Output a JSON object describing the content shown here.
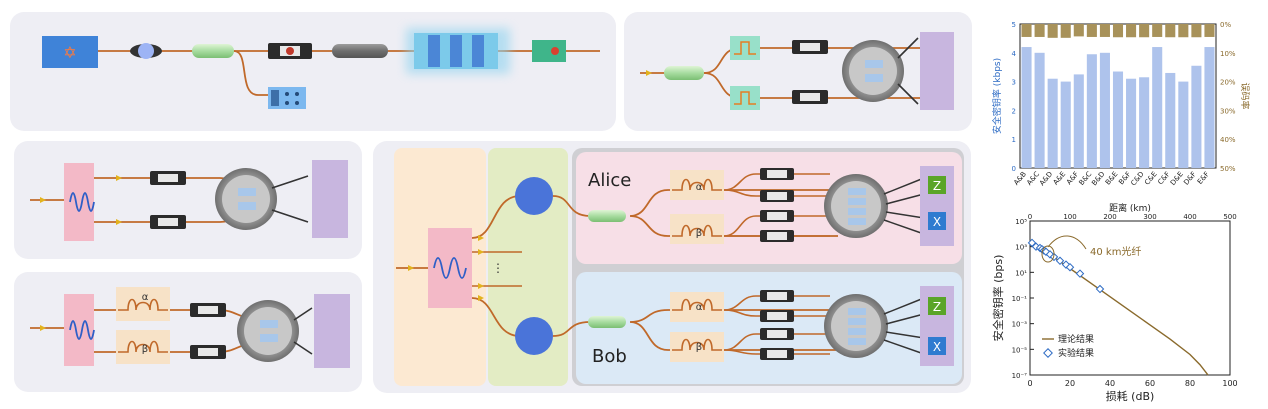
{
  "labels": {
    "alice": "Alice",
    "bob": "Bob",
    "alpha": "α",
    "beta": "β",
    "z": "Z",
    "x": "X",
    "dots": "⋮"
  },
  "colors": {
    "panel": "#eeeef4",
    "fiber": "#c0692a",
    "filter": "#f3b9c7",
    "detector": "#c8b6df",
    "laser": "#3f83d8",
    "circle": "#4a74d9",
    "bar": "#aec3ec",
    "qber": "#a8925a",
    "theory": "#8a6a2c",
    "exp": "#2d6bc4"
  },
  "chart_data": [
    {
      "type": "bar",
      "categories": [
        "A&B",
        "A&C",
        "A&D",
        "A&E",
        "A&F",
        "B&C",
        "B&D",
        "B&E",
        "B&F",
        "C&D",
        "C&E",
        "C&F",
        "D&E",
        "D&F",
        "E&F"
      ],
      "series": [
        {
          "name": "安全密钥率",
          "values": [
            4.2,
            4.0,
            3.1,
            3.0,
            3.25,
            3.95,
            4.0,
            3.35,
            3.1,
            3.15,
            4.2,
            3.3,
            3.0,
            3.55,
            4.2
          ]
        },
        {
          "name": "误码率",
          "values": [
            4.5,
            4.5,
            4.8,
            4.8,
            4.3,
            4.5,
            4.5,
            4.6,
            4.6,
            4.6,
            4.5,
            4.6,
            4.6,
            4.6,
            4.5
          ]
        }
      ],
      "ylabel": "安全密钥率 (kbps)",
      "y2label": "误码率",
      "ylim": [
        0,
        5
      ],
      "y2lim": [
        0,
        50
      ],
      "yticks": [
        "0",
        "1",
        "2",
        "3",
        "4",
        "5"
      ],
      "y2ticks": [
        "0%",
        "10%",
        "20%",
        "30%",
        "40%",
        "50%"
      ],
      "y2inverted": true
    },
    {
      "type": "line",
      "xlabel": "损耗 (dB)",
      "x2label": "距离 (km)",
      "ylabel": "安全密钥率 (bps)",
      "xlim": [
        0,
        100
      ],
      "x2lim": [
        0,
        500
      ],
      "ylog": true,
      "ylim_exp": [
        -7,
        5
      ],
      "xticks": [
        "0",
        "20",
        "40",
        "60",
        "80",
        "100"
      ],
      "x2ticks": [
        "0",
        "100",
        "200",
        "300",
        "400",
        "500"
      ],
      "yticks": [
        "10⁵",
        "10³",
        "10¹",
        "10⁻¹",
        "10⁻³",
        "10⁻⁵",
        "10⁻⁷"
      ],
      "annotation": "40 km光纤",
      "series": [
        {
          "name": "理论结果",
          "x": [
            0,
            10,
            20,
            30,
            40,
            50,
            60,
            70,
            80,
            85,
            88,
            89
          ],
          "log_y": [
            3.5,
            2.4,
            1.3,
            0.2,
            -0.9,
            -2.0,
            -3.1,
            -4.2,
            -5.4,
            -6.2,
            -6.8,
            -7.0
          ]
        },
        {
          "name": "实验结果",
          "x": [
            1,
            3,
            5,
            6,
            7,
            8,
            10,
            12,
            15,
            18,
            20,
            25,
            35
          ],
          "log_y": [
            3.3,
            3.0,
            2.9,
            2.8,
            2.7,
            2.6,
            2.4,
            2.2,
            1.9,
            1.6,
            1.4,
            0.9,
            -0.3
          ]
        }
      ]
    }
  ]
}
